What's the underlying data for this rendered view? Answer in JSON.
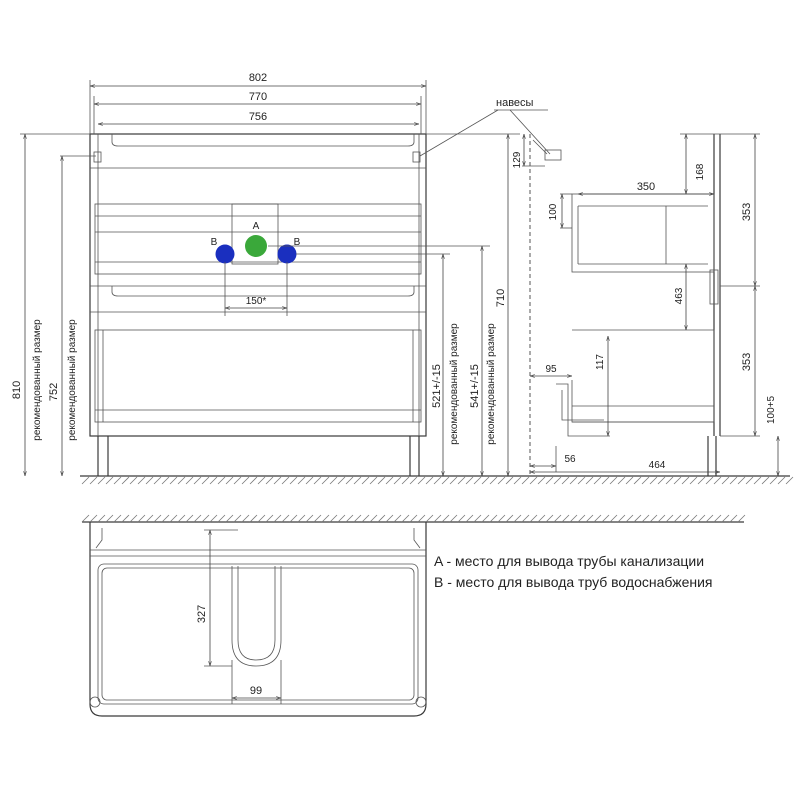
{
  "front_view": {
    "dim_802": "802",
    "dim_770": "770",
    "dim_756": "756",
    "dim_150": "150*",
    "dim_810": "810",
    "dim_752": "752",
    "rec_left": "рекомендованный размер",
    "rec_left2": "рекомендованный размер",
    "dim_521": "521+/-15",
    "rec_mid": "рекомендованный размер",
    "dim_541": "541+/-15",
    "rec_mid2": "рекомендованный размер",
    "dim_710": "710",
    "label_a": "A",
    "label_b_left": "B",
    "label_b_right": "B"
  },
  "side_view": {
    "hinges": "навесы",
    "dim_129": "129",
    "dim_100": "100",
    "dim_350": "350",
    "dim_168": "168",
    "dim_353_top": "353",
    "dim_463": "463",
    "dim_353_bottom": "353",
    "dim_95": "95",
    "dim_117": "117",
    "dim_100_5": "100+5",
    "dim_56": "56",
    "dim_464": "464"
  },
  "top_view": {
    "dim_327": "327",
    "dim_99": "99"
  },
  "legend": {
    "a": "A - место для вывода трубы канализации",
    "b": "B - место для вывода труб водоснабжения"
  },
  "colors": {
    "pipe_a": "#3aa83a",
    "pipe_b": "#1a2fbf"
  }
}
